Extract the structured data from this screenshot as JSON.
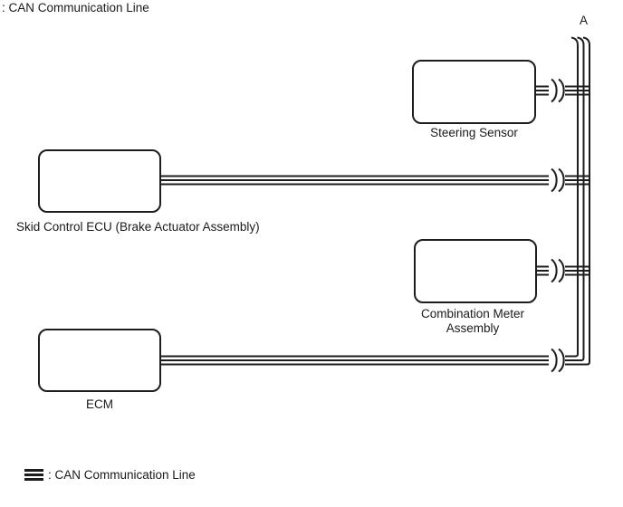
{
  "colors": {
    "background": "#ffffff",
    "line": "#1d1d1d",
    "text": "#1a1a1a"
  },
  "header": {
    "label": ": CAN Communication Line"
  },
  "bus": {
    "connector_label": "A"
  },
  "nodes": [
    {
      "id": "steering-sensor",
      "label": "Steering Sensor"
    },
    {
      "id": "skid-control-ecu",
      "label": "Skid Control ECU (Brake Actuator Assembly)"
    },
    {
      "id": "combination-meter-assembly",
      "label": "Combination Meter Assembly"
    },
    {
      "id": "ecm",
      "label": "ECM"
    }
  ],
  "legend": {
    "icon": "can-line-icon",
    "label": ": CAN Communication Line"
  }
}
